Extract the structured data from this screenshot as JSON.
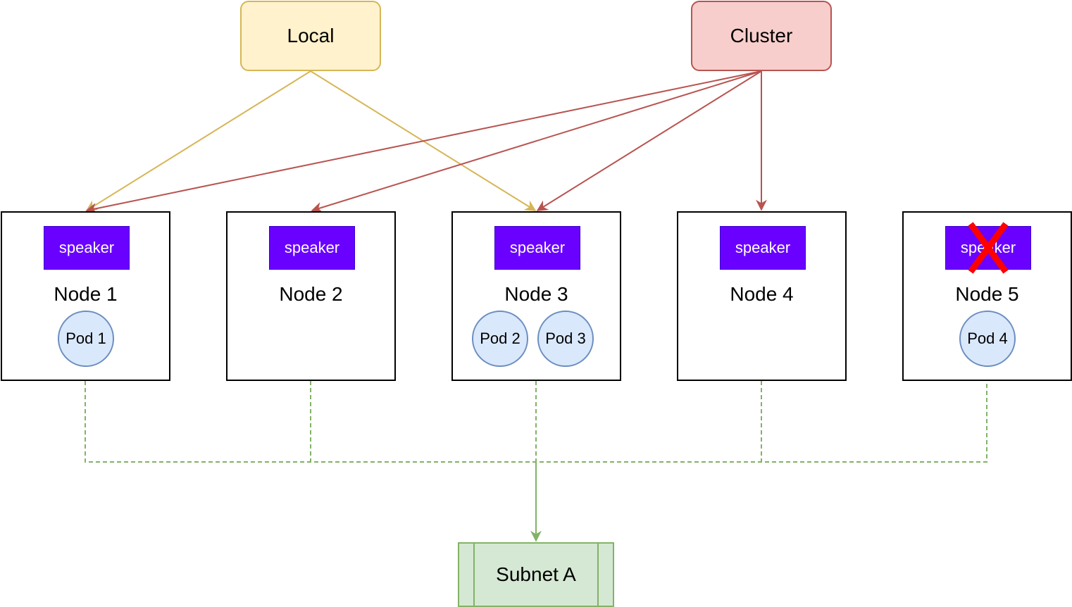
{
  "policies": {
    "local": "Local",
    "cluster": "Cluster"
  },
  "nodes": [
    {
      "label": "Node 1",
      "speaker": "speaker",
      "speaker_failed": false,
      "pods": [
        "Pod 1"
      ]
    },
    {
      "label": "Node 2",
      "speaker": "speaker",
      "speaker_failed": false,
      "pods": []
    },
    {
      "label": "Node 3",
      "speaker": "speaker",
      "speaker_failed": false,
      "pods": [
        "Pod 2",
        "Pod 3"
      ]
    },
    {
      "label": "Node 4",
      "speaker": "speaker",
      "speaker_failed": false,
      "pods": []
    },
    {
      "label": "Node 5",
      "speaker": "speaker",
      "speaker_failed": true,
      "pods": [
        "Pod 4"
      ]
    }
  ],
  "subnet": {
    "label": "Subnet A"
  },
  "colors": {
    "local_fill": "#fff2cc",
    "local_stroke": "#d6b656",
    "cluster_fill": "#f8cecc",
    "cluster_stroke": "#b85450",
    "speaker_fill": "#6a00ff",
    "pod_fill": "#dae8fc",
    "pod_stroke": "#6c8ebf",
    "subnet_fill": "#d5e8d4",
    "subnet_stroke": "#82b366",
    "fail_mark": "#ff0000"
  }
}
